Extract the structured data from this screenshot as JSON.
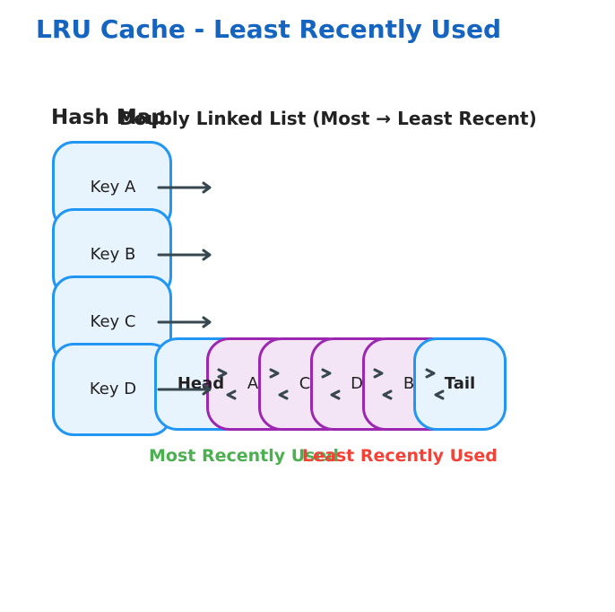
{
  "title": "LRU Cache - Least Recently Used",
  "hash_map": {
    "heading": "Hash Map",
    "keys": [
      "Key A",
      "Key B",
      "Key C",
      "Key D"
    ]
  },
  "linked_list": {
    "heading": "Doubly Linked List (Most → Least Recent)",
    "head_label": "Head",
    "tail_label": "Tail",
    "nodes": [
      "A",
      "C",
      "D",
      "B"
    ]
  },
  "captions": {
    "most_recent": "Most Recently Used",
    "least_recent": "Least Recently Used"
  },
  "colors": {
    "title": "#1565C0",
    "key_border": "#2196F3",
    "key_fill": "#E8F4FD",
    "node_border": "#9C27B0",
    "node_fill": "#F3E5F5",
    "arrow": "#37474F",
    "most_recent": "#4CAF50",
    "least_recent": "#F44336"
  }
}
